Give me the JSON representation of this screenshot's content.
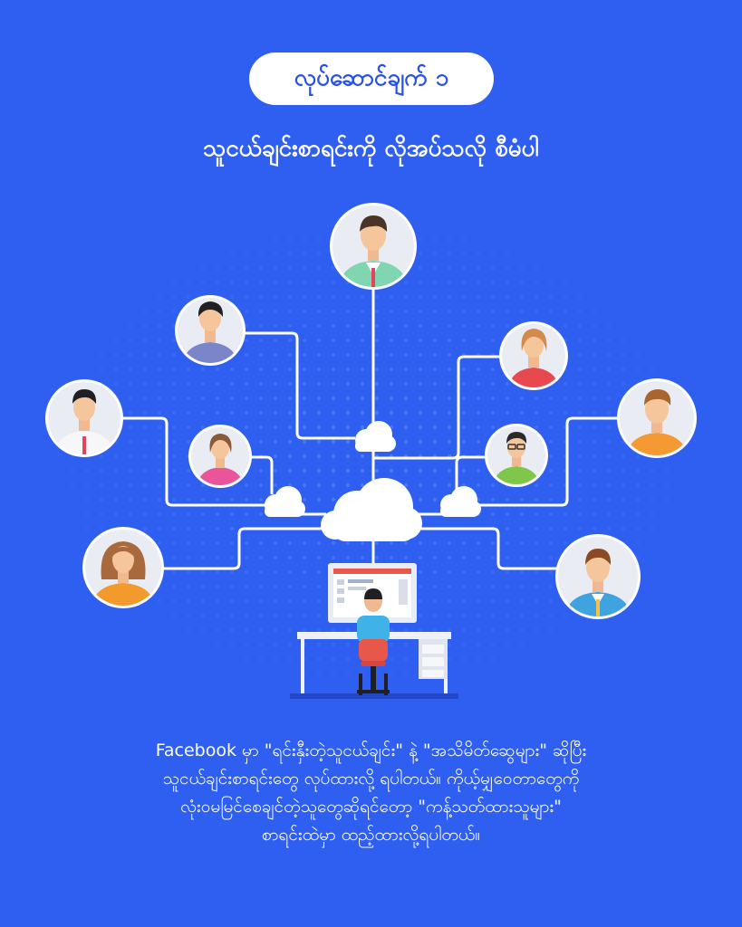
{
  "header": {
    "step_badge": "လုပ်ဆောင်ချက် ၁",
    "subtitle": "သူငယ်ချင်းစာရင်းကို လိုအပ်သလို စီမံပါ"
  },
  "illustration": {
    "people": [
      "top-center",
      "upper-left",
      "upper-right",
      "far-left",
      "mid-left",
      "far-right",
      "mid-right",
      "lower-left",
      "lower-right"
    ],
    "icons": [
      "cloud-icon",
      "computer-monitor-icon",
      "desk-icon",
      "office-chair-icon"
    ]
  },
  "description": {
    "lines": [
      "Facebook မှာ \"ရင်းနှီးတဲ့သူငယ်ချင်း\" နဲ့ \"အသိမိတ်ဆွေများ\" ဆိုပြီး",
      "သူငယ်ချင်းစာရင်းတွေ လုပ်ထားလို့ ရပါတယ်။ ကိုယ့်မျှဝေတာတွေကို",
      "လုံးဝမမြင်စေချင်တဲ့သူတွေဆိုရင်တော့ \"ကန့်သတ်ထားသူများ\"",
      "စာရင်းထဲမှာ ထည့်ထားလို့ရပါတယ်။"
    ]
  },
  "colors": {
    "background": "#2f5ff0",
    "white": "#ffffff",
    "badge_text": "#2850e6"
  }
}
